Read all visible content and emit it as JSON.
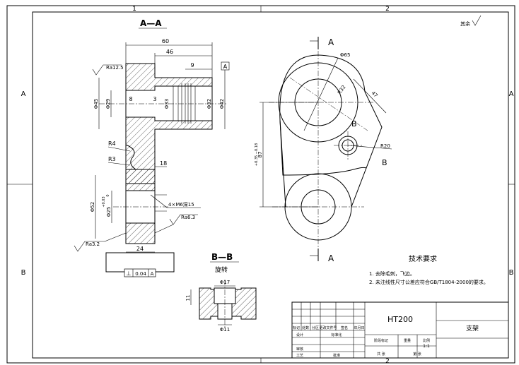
{
  "frame": {
    "zone_cols": [
      "1",
      "2"
    ],
    "zone_rows": [
      "A",
      "B"
    ],
    "roughness_note": "其余"
  },
  "section_aa": {
    "title": "A—A",
    "dims": {
      "d60": "60",
      "d46": "46",
      "d9": "9",
      "d8": "8",
      "d3": "3",
      "phi45": "Φ45",
      "phi29": "Φ29",
      "phi33": "Φ33",
      "phi32": "Φ32",
      "phi42": "Φ42",
      "r4": "R4",
      "r3": "R3",
      "d18": "18",
      "phi52": "Φ52",
      "phi25": "Φ25",
      "tol25": "+0.03",
      "tol25b": "0",
      "thread": "4×M6深15",
      "d24": "24",
      "ra125": "Ra12.5",
      "ra63": "Ra6.3",
      "ra32": "Ra3.2"
    },
    "datum": "A",
    "tolerance_frame": {
      "symbol": "⊥",
      "value": "0.04",
      "datum": "A"
    }
  },
  "main_view": {
    "section_mark_top": "A",
    "section_mark_bottom": "A",
    "b_mark_1": "B",
    "b_mark_2": "B",
    "dims": {
      "phi65": "Φ65",
      "r32": "R32",
      "d47": "47",
      "r20": "R20",
      "d87": "87",
      "tol87": "+0.35 −0.18"
    }
  },
  "section_bb": {
    "title": "B—B",
    "subtitle": "旋转",
    "phi17": "Φ17",
    "phi11": "Φ11",
    "d11": "11"
  },
  "tech_req": {
    "title": "技术要求",
    "items": [
      "1. 去除毛刺，飞边。",
      "2. 未注线性尺寸公差应符合GB/T1804-2000的要求。"
    ]
  },
  "title_block": {
    "material": "HT200",
    "part_name": "支架",
    "scale": "1:1",
    "row_labels": [
      "标记",
      "处数",
      "分区",
      "更改文件号",
      "签名",
      "年月日"
    ],
    "standardize": "标准化",
    "stage_marks": "阶段标记",
    "weight": "重量",
    "scale_label": "比例",
    "design": "设计",
    "review": "审核",
    "process": "工艺",
    "approve": "批准",
    "sheets_total": "共 张",
    "sheet_no": "第 张"
  }
}
